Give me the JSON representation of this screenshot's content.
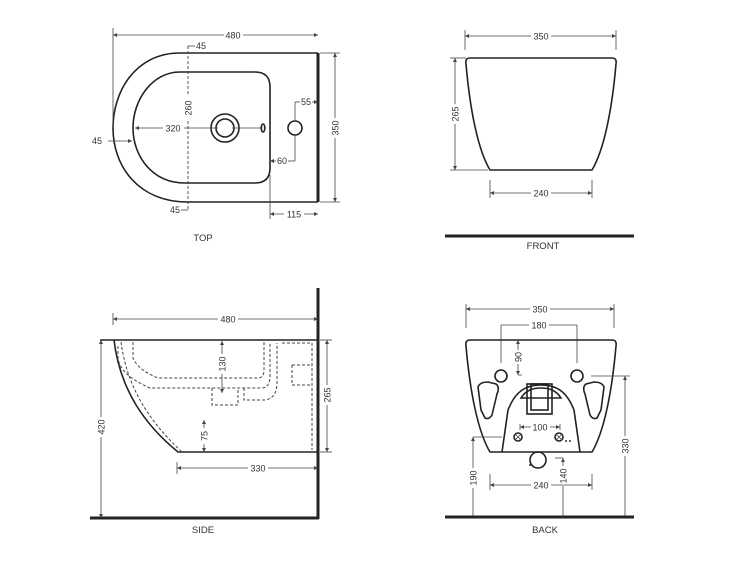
{
  "views": {
    "top": {
      "label": "TOP",
      "dims": {
        "overall_length": "480",
        "overall_width": "350",
        "rim_top": "45",
        "bowl_width": "260",
        "bowl_length": "320",
        "rim_front": "45",
        "rim_bottom": "45",
        "tap_hole_offset": "55",
        "tap_to_bowl": "60",
        "rear_depth": "115"
      }
    },
    "front": {
      "label": "FRONT",
      "dims": {
        "width": "350",
        "height": "265",
        "base_width": "240"
      }
    },
    "side": {
      "label": "SIDE",
      "dims": {
        "length": "480",
        "rim_height": "420",
        "body_height": "265",
        "bowl_depth": "130",
        "outlet_height": "75",
        "base_length": "330"
      }
    },
    "back": {
      "label": "BACK",
      "dims": {
        "width": "350",
        "fixing_spacing": "180",
        "fixing_drop": "90",
        "fixing_height": "330",
        "inlet_spacing": "100",
        "outlet_height": "190",
        "drain_height": "140",
        "base_width": "240"
      }
    }
  }
}
